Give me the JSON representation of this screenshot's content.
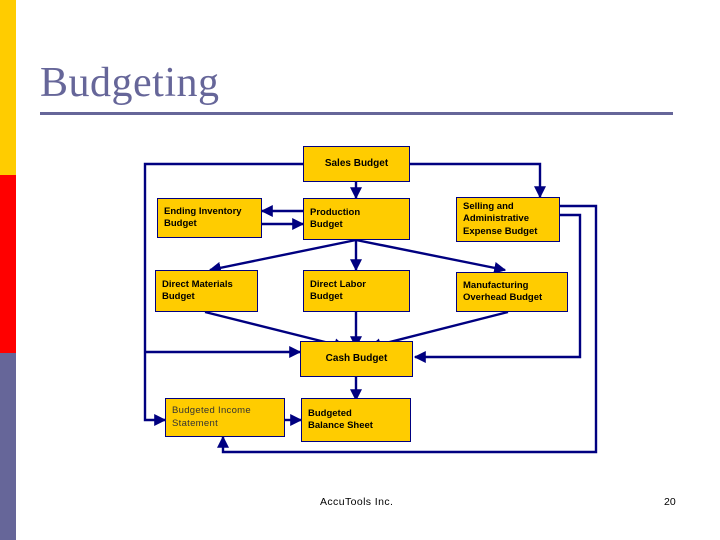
{
  "slide": {
    "title": "Budgeting",
    "accent_colors": {
      "bar_gold": "#FFCC00",
      "bar_red": "#FF0000",
      "bar_purple": "#666699",
      "title_color": "#666699",
      "node_fill": "#FFCC00",
      "line_color": "#000080"
    }
  },
  "diagram": {
    "nodes": {
      "sales_budget": {
        "label": "Sales Budget"
      },
      "ending_inventory_budget": {
        "line1": "Ending Inventory",
        "line2": "Budget"
      },
      "production_budget": {
        "line1": "Production",
        "line2": "Budget"
      },
      "selling_admin_expense_budget": {
        "line1": "Selling and",
        "line2": "Administrative",
        "line3": "Expense Budget"
      },
      "direct_materials_budget": {
        "line1": "Direct Materials",
        "line2": "Budget"
      },
      "direct_labor_budget": {
        "line1": "Direct Labor",
        "line2": "Budget"
      },
      "manufacturing_overhead_budget": {
        "line1": "Manufacturing",
        "line2": "Overhead  Budget"
      },
      "cash_budget": {
        "label": "Cash Budget"
      },
      "budgeted_income_statement": {
        "line1": "Budgeted Income",
        "line2": "Statement"
      },
      "budgeted_balance_sheet": {
        "line1": "Budgeted",
        "line2": "Balance Sheet"
      }
    }
  },
  "footer": {
    "company": "AccuTools Inc.",
    "page_number": "20"
  }
}
